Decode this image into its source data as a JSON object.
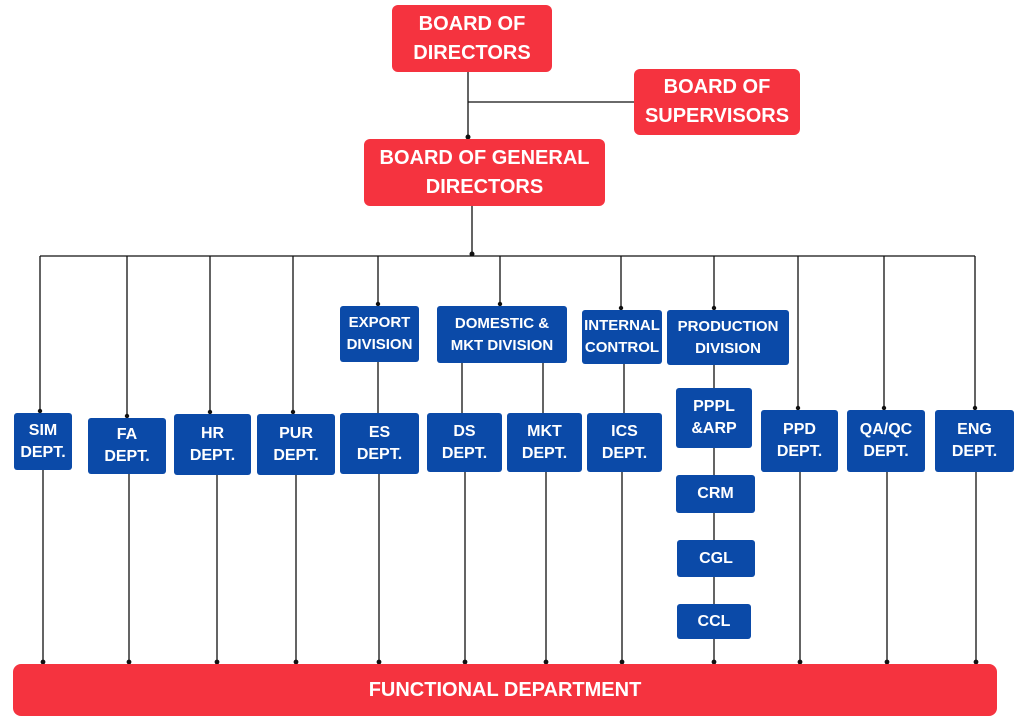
{
  "colors": {
    "board": "#f5333f",
    "dept": "#0b4aa8",
    "line": "#111111",
    "text": "#ffffff"
  },
  "board_of_directors": "BOARD OF\nDIRECTORS",
  "board_of_supervisors": "BOARD OF\nSUPERVISORS",
  "board_of_general_directors": "BOARD OF GENERAL\nDIRECTORS",
  "divisions": {
    "export": "EXPORT\nDIVISION",
    "domestic_mkt": "DOMESTIC &\nMKT DIVISION",
    "internal_control": "INTERNAL\nCONTROL",
    "production": "PRODUCTION\nDIVISION"
  },
  "departments": {
    "sim": "SIM\nDEPT.",
    "fa": "FA\nDEPT.",
    "hr": "HR\nDEPT.",
    "pur": "PUR\nDEPT.",
    "es": "ES\nDEPT.",
    "ds": "DS\nDEPT.",
    "mkt": "MKT\nDEPT.",
    "ics": "ICS\nDEPT.",
    "pppl_arp": "PPPL\n&ARP",
    "crm": "CRM",
    "cgl": "CGL",
    "ccl": "CCL",
    "ppd": "PPD\nDEPT.",
    "qa_qc": "QA/QC\nDEPT.",
    "eng": "ENG\nDEPT."
  },
  "functional_department": "FUNCTIONAL DEPARTMENT"
}
